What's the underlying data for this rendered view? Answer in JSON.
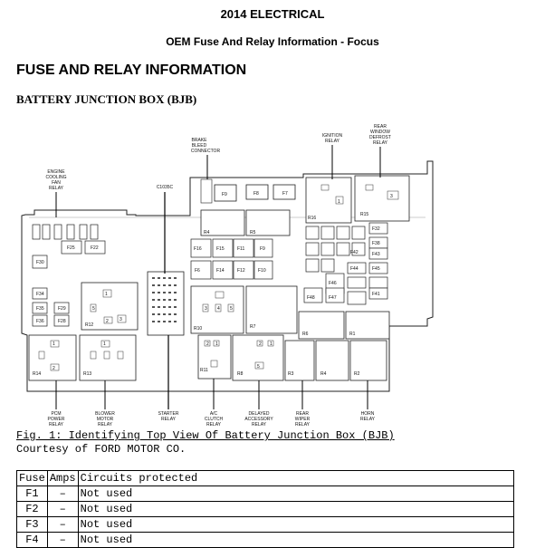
{
  "header": {
    "title": "2014 ELECTRICAL",
    "subtitle": "OEM Fuse And Relay Information - Focus"
  },
  "section_title": "FUSE AND RELAY INFORMATION",
  "subsection_title": "BATTERY JUNCTION BOX (BJB)",
  "diagram": {
    "callouts_top": {
      "engine_cooling": [
        "ENGINE",
        "COOLING",
        "FAN",
        "RELAY"
      ],
      "c1035c": [
        "C1035C"
      ],
      "brake_bleed": [
        "BRAKE",
        "BLEED",
        "CONNECTOR"
      ],
      "ignition": [
        "IGNITION",
        "RELAY"
      ],
      "rear_window": [
        "REAR",
        "WINDOW",
        "DEFROST",
        "RELAY"
      ]
    },
    "callouts_bottom": {
      "pcm": [
        "PCM",
        "POWER",
        "RELAY"
      ],
      "blower": [
        "BLOWER",
        "MOTOR",
        "RELAY"
      ],
      "starter": [
        "STARTER",
        "RELAY"
      ],
      "ac_clutch": [
        "A/C",
        "CLUTCH",
        "RELAY"
      ],
      "delayed": [
        "DELAYED",
        "ACCESSORY",
        "RELAY"
      ],
      "rear_wiper": [
        "REAR",
        "WIPER",
        "RELAY"
      ],
      "horn": [
        "HORN",
        "RELAY"
      ]
    },
    "labels": {
      "f9": "F9",
      "f8": "F8",
      "f7": "F7",
      "r16": "R16",
      "r15": "R15",
      "f16": "F16",
      "f15": "F15",
      "f11": "F11",
      "f9b": "F9",
      "f6": "F6",
      "f14": "F14",
      "f12": "F12",
      "f10": "F10",
      "r4": "R4",
      "r5": "R5",
      "f25": "F25",
      "f22": "F22",
      "f30": "F30",
      "f34": "F34",
      "f35": "F35",
      "f29": "F29",
      "f36": "F36",
      "f28": "F28",
      "r12": "R12",
      "r10": "R10",
      "r7": "R7",
      "f32": "F32",
      "f38": "F38",
      "f42": "F42",
      "f43": "F43",
      "f44": "F44",
      "f46": "F46",
      "f45": "F45",
      "f47": "F47",
      "f48": "F48",
      "f41": "F41",
      "r14": "R14",
      "r13": "R13",
      "r11": "R11",
      "r8": "R8",
      "r3": "R3",
      "r4b": "R4",
      "r2": "R2",
      "r6": "R6",
      "r1": "R1",
      "p1": "1",
      "p2": "2",
      "p3": "3",
      "p4": "4",
      "p5": "5"
    }
  },
  "figure_caption": "Fig. 1: Identifying Top View Of Battery Junction Box (BJB)",
  "courtesy": "Courtesy of FORD MOTOR CO.",
  "table": {
    "headers": [
      "Fuse",
      "Amps",
      "Circuits protected"
    ],
    "rows": [
      {
        "fuse": "F1",
        "amps": "–",
        "circuit": "Not used"
      },
      {
        "fuse": "F2",
        "amps": "–",
        "circuit": "Not used"
      },
      {
        "fuse": "F3",
        "amps": "–",
        "circuit": "Not used"
      },
      {
        "fuse": "F4",
        "amps": "–",
        "circuit": "Not used"
      }
    ]
  }
}
